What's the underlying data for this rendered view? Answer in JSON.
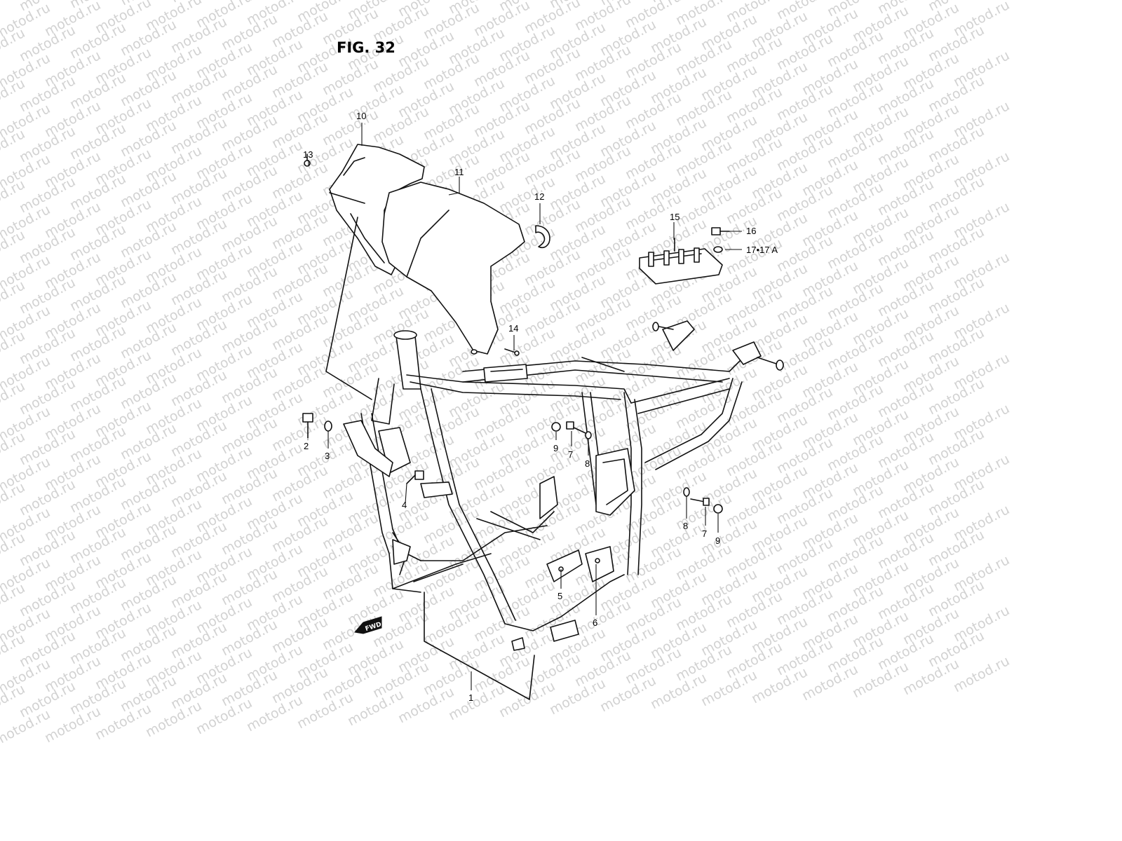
{
  "figure": {
    "title": "FIG. 32",
    "watermark_text": "motod.ru",
    "watermark_color": "#d2d2d2",
    "fwd_label": "FWD"
  },
  "callouts": {
    "c1": "1",
    "c2": "2",
    "c3": "3",
    "c4": "4",
    "c5": "5",
    "c6": "6",
    "c7a": "7",
    "c7b": "7",
    "c8a": "8",
    "c8b": "8",
    "c9a": "9",
    "c9b": "9",
    "c10": "10",
    "c11": "11",
    "c12": "12",
    "c13": "13",
    "c14": "14",
    "c15": "15",
    "c16": "16",
    "c17": "17•17 A"
  }
}
